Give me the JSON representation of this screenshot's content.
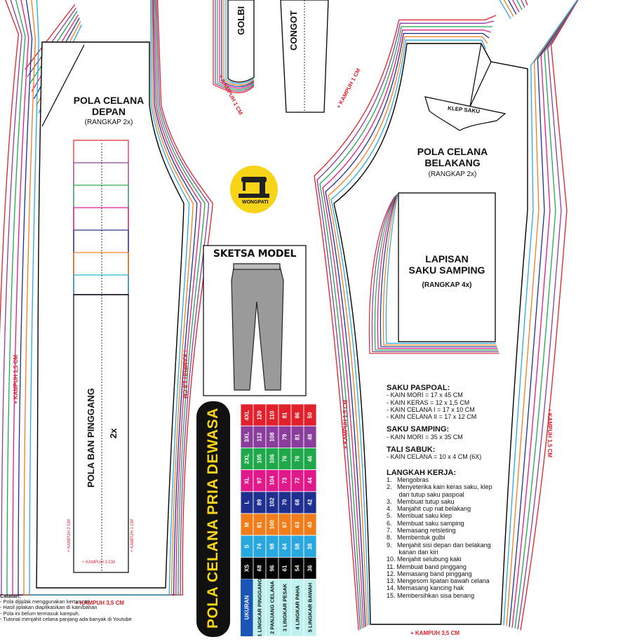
{
  "labels": {
    "front_piece_title": "POLA CELANA DEPAN",
    "front_piece_title_l1": "POLA CELANA",
    "front_piece_title_l2": "DEPAN",
    "front_piece_sub": "(RANGKAP 2x)",
    "back_piece_title_l1": "POLA CELANA",
    "back_piece_title_l2": "BELAKANG",
    "back_piece_sub": "(RANGKAP 2x)",
    "golbi": "GOLBI",
    "congot": "CONGOT",
    "klep_saku": "KLEP SAKU",
    "pocket_lining_l1": "LAPISAN",
    "pocket_lining_l2": "SAKU SAMPING",
    "pocket_lining_sub": "(RANGKAP 4x)",
    "waistband": "POLA BAN PINGGANG",
    "waistband_qty": "2x",
    "sketch_title": "SKETSA MODEL",
    "logo_text": "WONGPATI",
    "big_title": "POLA CELANA PRIA DEWASA"
  },
  "seam_labels": {
    "kampuh_1cm": "+ KAMPUH 1 CM",
    "kampuh_1cm_b": "+ KAMPUH 1 CM",
    "kampuh_15_left": "+ KAMPUH 1,5 CM",
    "kampuh_15_mid": "+ KAMPUH 1,5 CM",
    "kampuh_15_back_left": "+ KAMPUH 1,5 CM",
    "kampuh_15_right": "+ KAMPUH 1,5 CM",
    "kampuh_35_front": "+ KAMPUH 3,5 CM",
    "kampuh_35_back": "+ KAMPUH 3,5 CM",
    "kampuh_2": "+ KAMPUH 2 CM",
    "kampuh_1cm_small": "+ KAMPUH 1 CM",
    "kampuh_3": "+ KAMPUH 3 CM"
  },
  "size_colors": {
    "XS": "#000000",
    "S": "#29a8e0",
    "M": "#f07d1a",
    "L": "#1f2f8f",
    "XL": "#e0198a",
    "2XL": "#1fa84a",
    "3XL": "#8a3d9c",
    "4XL": "#e0202a"
  },
  "size_table": {
    "header_label": "UKURAN",
    "sizes": [
      "XS",
      "S",
      "M",
      "L",
      "XL",
      "2XL",
      "3XL",
      "4XL"
    ],
    "rows": [
      {
        "no": "1",
        "label": "LINGKAR PINGGANG",
        "values": [
          "68",
          "74",
          "81",
          "89",
          "97",
          "105",
          "112",
          "120"
        ]
      },
      {
        "no": "2",
        "label": "PANJANG CELANA",
        "values": [
          "96",
          "98",
          "100",
          "102",
          "104",
          "106",
          "108",
          "110"
        ]
      },
      {
        "no": "3",
        "label": "LINGKAR PESAK",
        "values": [
          "61",
          "64",
          "67",
          "70",
          "73",
          "76",
          "79",
          "81"
        ]
      },
      {
        "no": "4",
        "label": "LINGKAR PAHA",
        "values": [
          "54",
          "58",
          "63",
          "68",
          "72",
          "76",
          "81",
          "86"
        ]
      },
      {
        "no": "5",
        "label": "LINGKAR BAWAH",
        "values": [
          "36",
          "38",
          "40",
          "42",
          "44",
          "46",
          "48",
          "50"
        ]
      }
    ]
  },
  "info": {
    "saku_paspoal_title": "SAKU PASPOAL:",
    "saku_paspoal": [
      "- KAIN MORI = 17 x 45 CM",
      "- KAIN KERAS = 12 x 1,5 CM",
      "- KAIN CELANA I = 17 x 10 CM",
      "- KAIN CELANA II = 17 x 12 CM"
    ],
    "saku_samping_title": "SAKU SAMPING:",
    "saku_samping": [
      "- KAIN MORI = 35 x 35 CM"
    ],
    "tali_sabuk_title": "TALI SABUK:",
    "tali_sabuk": [
      "- KAIN CELANA = 10 x 4 CM (6X)"
    ],
    "langkah_title": "LANGKAH KERJA:",
    "langkah": [
      "1.   Mengobras",
      "2.   Menyeterika kain keras saku, klep",
      "       dan tutup saku paspoal",
      "3.   Membuat tutup saku",
      "4.   Manjahit cup nat belakang",
      "5.   Membuat saku klep",
      "6.   Membuat saku samping",
      "7.   Memasang retsleting",
      "8.   Membentuk gulbi",
      "9.   Menjahit sisi depan dan belakang",
      "       kanan dan kiri",
      "10. Menjahit selubung kaki",
      "11. Membuat band pinggang",
      "12. Memasang band pinggang",
      "13. Mengesom lipatan bawah celana",
      "14. Memasang kancing hak",
      "15. Membersihkan sisa benang"
    ]
  },
  "notes": {
    "title": "Catatan:",
    "lines": [
      "- Pola dijiplak menggunakan kertas roti",
      "- Hasil jiplakan diaplikasikan di kain/bahan",
      "- Pola ini belum termasuk kampuh.",
      "- Tutorial menjahit celana panjang ada banyak di Youtube"
    ]
  }
}
